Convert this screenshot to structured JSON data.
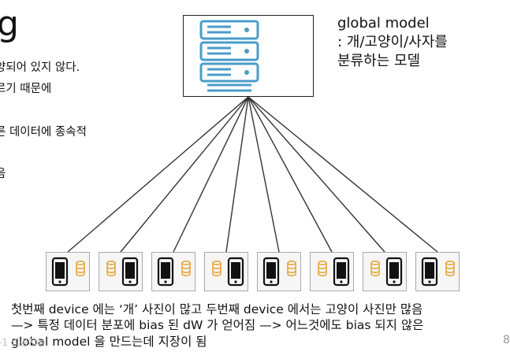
{
  "slide": {
    "title": "g",
    "left_lines": [
      "양되어 있지 않다.",
      "르기 때문에",
      "른 데이터에 종속적",
      "음"
    ]
  },
  "global_model": {
    "lines": [
      "global model",
      ": 개/고양이/사자를",
      "분류하는 모델"
    ]
  },
  "caption": {
    "lines": [
      "첫번째 device 에는 ‘개’ 사진이 많고 두번째 device 에서는 고양이 사진만 많음",
      "—> 특정 데이터 분포에 bias 된 dW 가 얻어짐 —> 어느것에도 bias 되지 않은",
      "global model 을 만드는데 지장이 됨"
    ]
  },
  "footer": {
    "left_text": "-1 의공지능",
    "page_number": "8"
  },
  "colors": {
    "server": "#4a9cc9",
    "database": "#e7a63b",
    "phone": "#111111",
    "device_border": "#aaaaaa"
  },
  "devices": [
    {
      "db_side": "right"
    },
    {
      "db_side": "left"
    },
    {
      "db_side": "right"
    },
    {
      "db_side": "left"
    },
    {
      "db_side": "right"
    },
    {
      "db_side": "left"
    },
    {
      "db_side": "left"
    },
    {
      "db_side": "right"
    }
  ]
}
